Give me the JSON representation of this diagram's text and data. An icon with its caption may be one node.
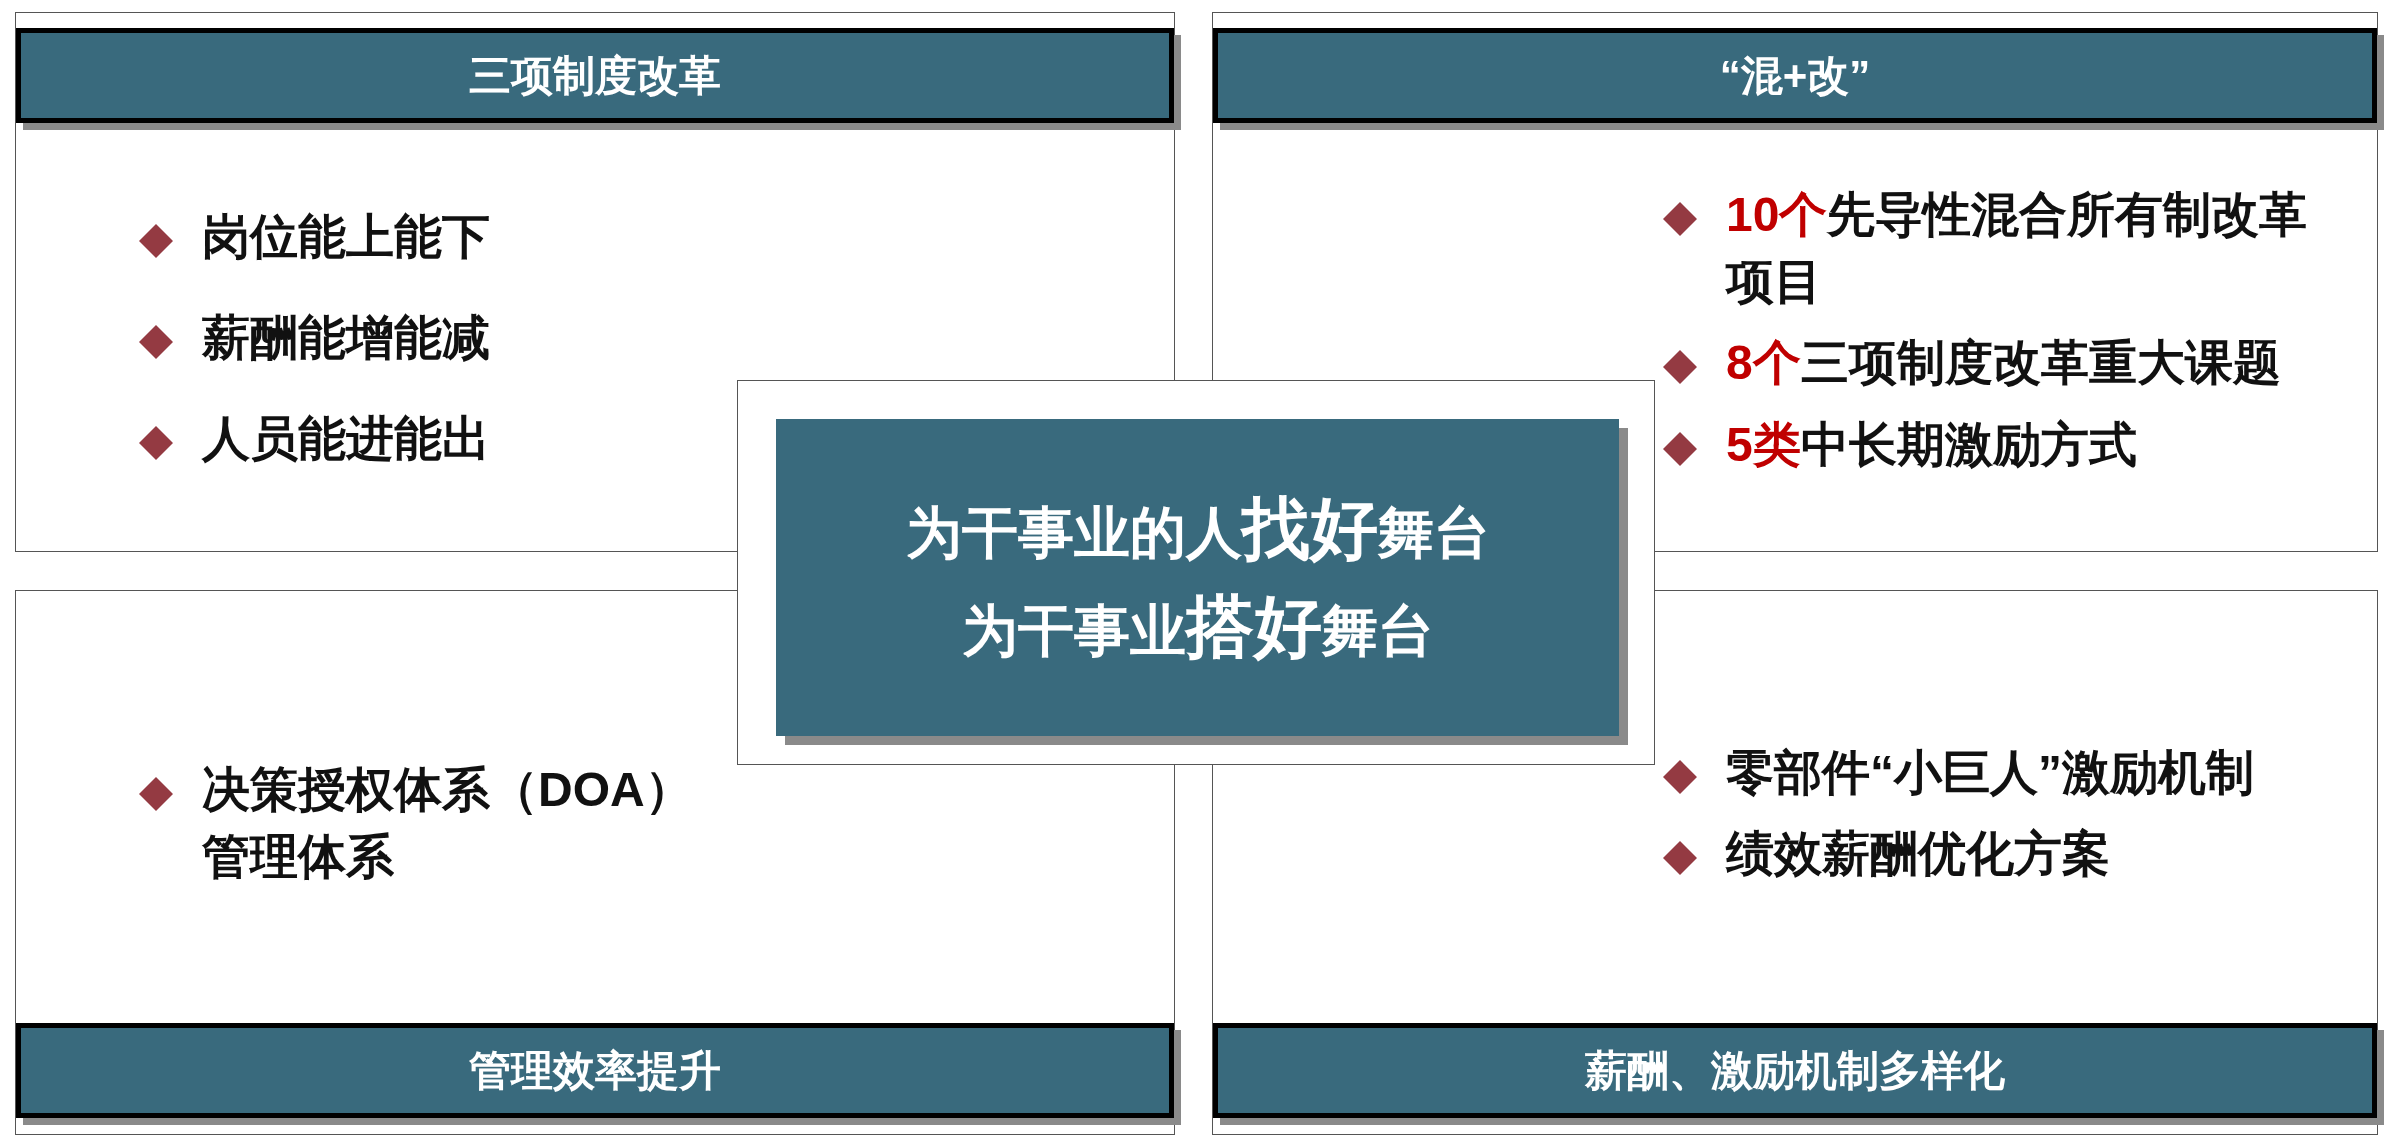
{
  "diagram": {
    "nodes": [
      {
        "text": [
          "岗位能上能下",
          "薪酬能增能减",
          "人员能进能出"
        ]
      },
      {
        "text": [
          "三项制度改革"
        ],
        "in": 0
      },
      {
        "text": [
          "**10个**先导性混合所有制改革项目",
          "**8个**三项制度改革重大课题",
          "**5类**中长期激励方式"
        ]
      },
      {
        "text": [
          "“混+改”"
        ],
        "in": 2
      },
      {
        "text": [
          "决策授权体系（DOA）管理体系"
        ]
      },
      {
        "text": [
          "管理效率提升"
        ],
        "in": 4
      },
      {
        "text": [
          "零部件“小巨人”激励机制",
          "绩效薪酬优化方案"
        ]
      },
      {
        "text": [
          "薪酬、激励机制多样化"
        ],
        "in": 6
      },
      {
        "text": [],
        "shape": "box"
      },
      {
        "text": [
          "为干事业的人**找好**舞台",
          "为干事业**搭好**舞台"
        ],
        "in": 8
      }
    ]
  }
}
